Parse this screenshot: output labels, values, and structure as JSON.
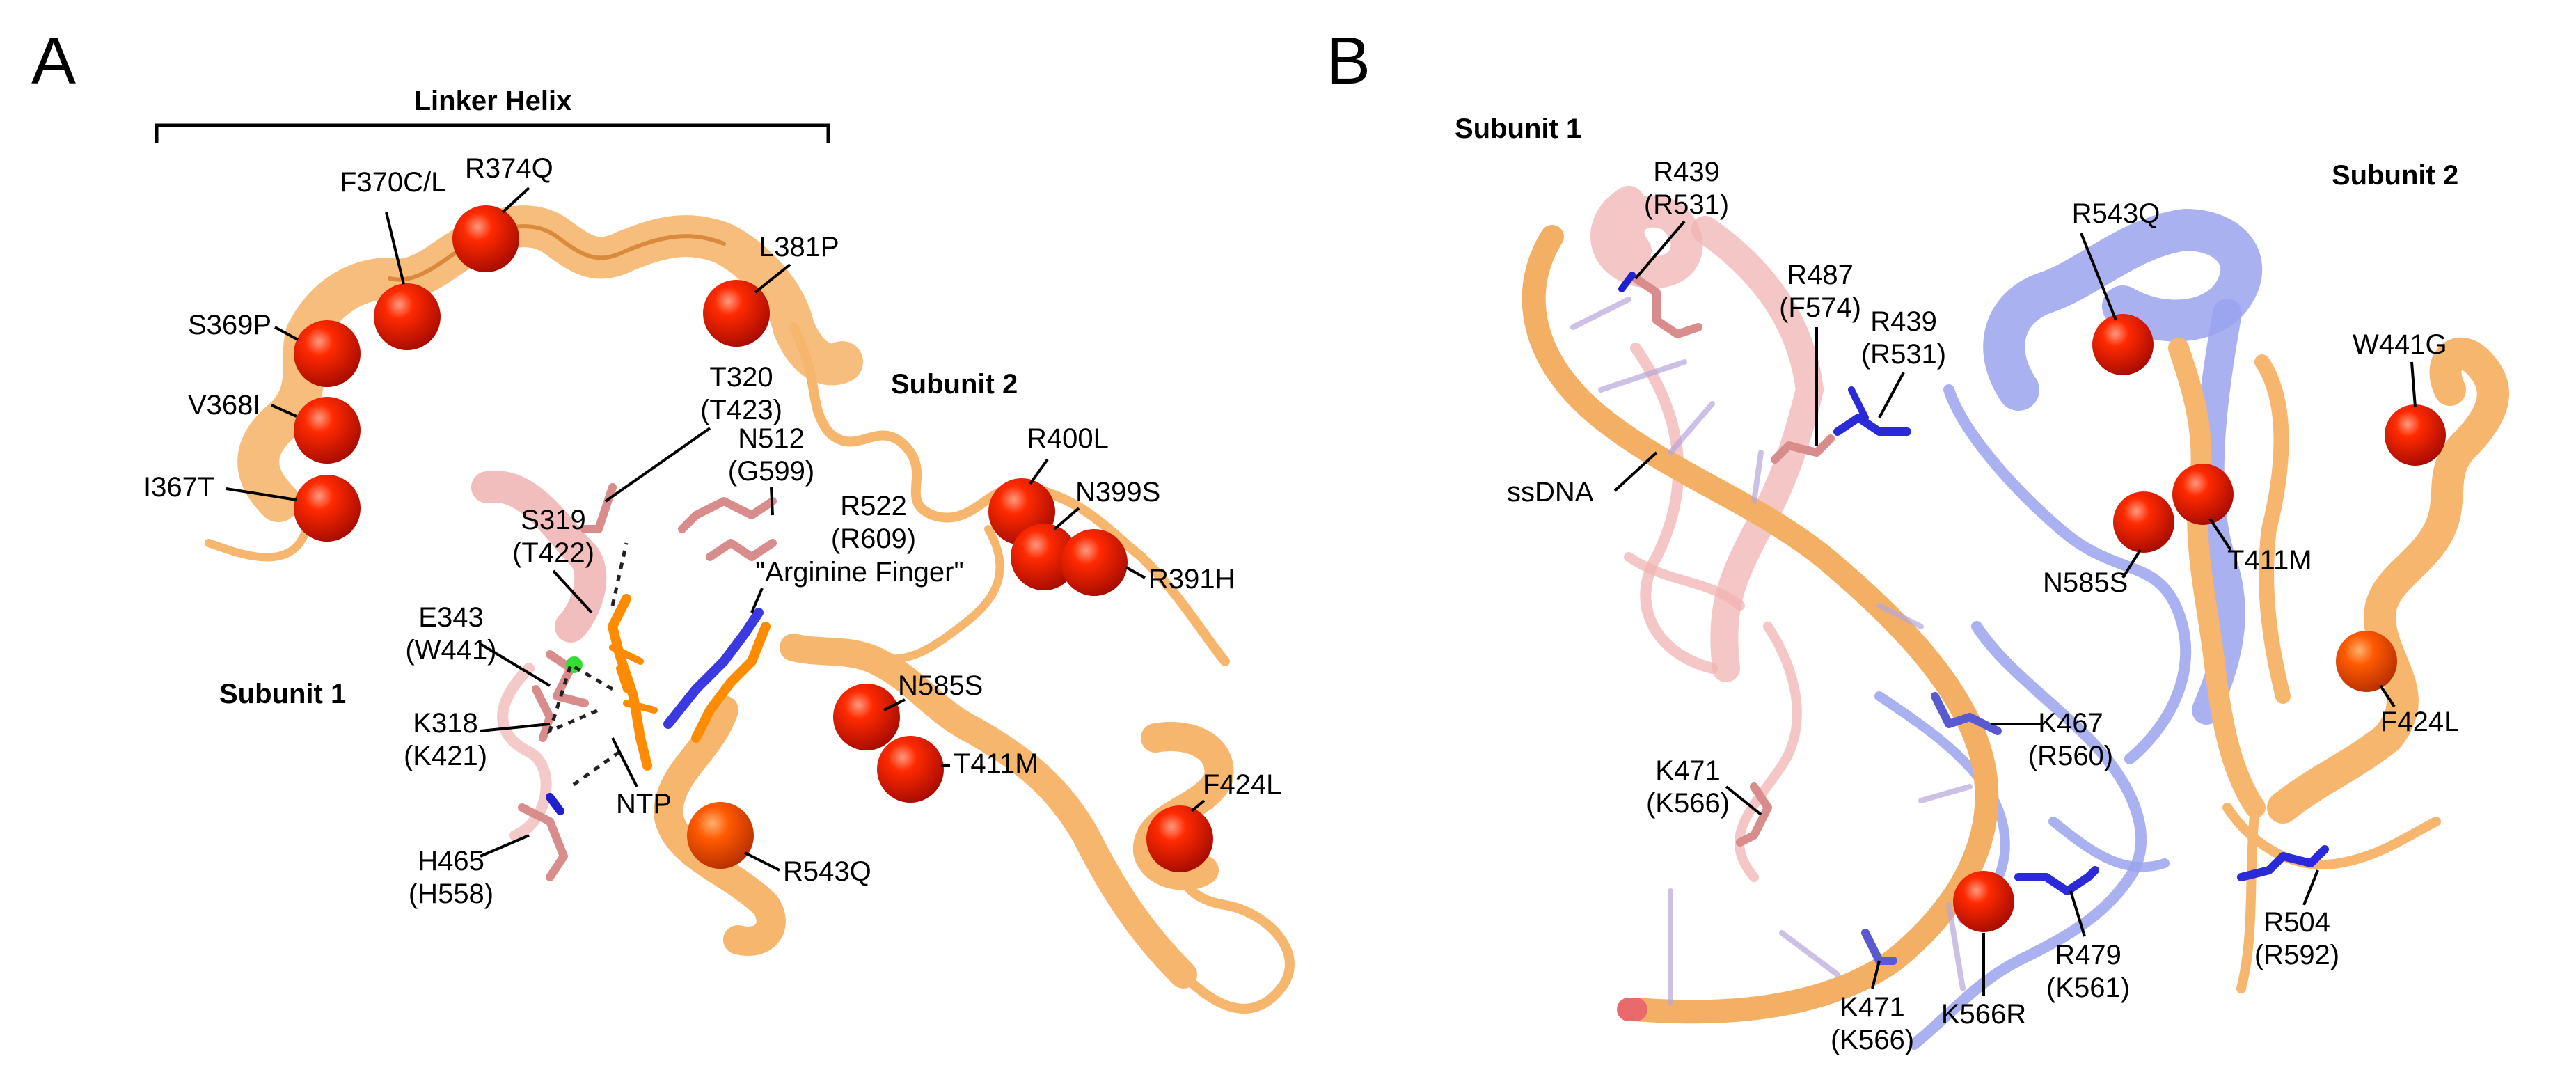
{
  "colors": {
    "subunit2_ribbon": "#f6b66e",
    "subunit2_ribbon_dark": "#d98a3c",
    "subunit1_ribbon": "#f0b3b1",
    "subunit2_ribbon_blue": "#9aa3ee",
    "sphere": "#ff1a00",
    "nucleotide": "#ff8c00",
    "nitrogen": "#2020d0",
    "magnesium": "#33dd33",
    "ssdna": "#f3b064"
  },
  "panel_a": {
    "letter": "A",
    "linker_helix_label": "Linker Helix",
    "subunit1_label": "Subunit 1",
    "subunit2_label": "Subunit 2",
    "arginine_finger_label": "\"Arginine Finger\"",
    "ntp_label": "NTP",
    "mutations": [
      "F370C/L",
      "R374Q",
      "S369P",
      "L381P",
      "V368I",
      "I367T",
      "R400L",
      "N399S",
      "R391H",
      "N585S",
      "T411M",
      "F424L",
      "R543Q"
    ],
    "residues": [
      {
        "main": "T320",
        "alt": "(T423)"
      },
      {
        "main": "N512",
        "alt": "(G599)"
      },
      {
        "main": "S319",
        "alt": "(T422)"
      },
      {
        "main": "R522",
        "alt": "(R609)"
      },
      {
        "main": "E343",
        "alt": "(W441)"
      },
      {
        "main": "K318",
        "alt": "(K421)"
      },
      {
        "main": "H465",
        "alt": "(H558)"
      }
    ]
  },
  "panel_b": {
    "letter": "B",
    "subunit1_label": "Subunit 1",
    "subunit2_label": "Subunit 2",
    "ssdna_label": "ssDNA",
    "mutations": [
      "R543Q",
      "W441G",
      "N585S",
      "T411M",
      "F424L",
      "K566R"
    ],
    "residues": [
      {
        "main": "R439",
        "alt": "(R531)"
      },
      {
        "main": "R487",
        "alt": "(F574)"
      },
      {
        "main": "R439",
        "alt": "(R531)"
      },
      {
        "main": "K467",
        "alt": "(R560)"
      },
      {
        "main": "K471",
        "alt": "(K566)"
      },
      {
        "main": "R504",
        "alt": "(R592)"
      },
      {
        "main": "R479",
        "alt": "(K561)"
      },
      {
        "main": "K471",
        "alt": "(K566)"
      }
    ]
  }
}
